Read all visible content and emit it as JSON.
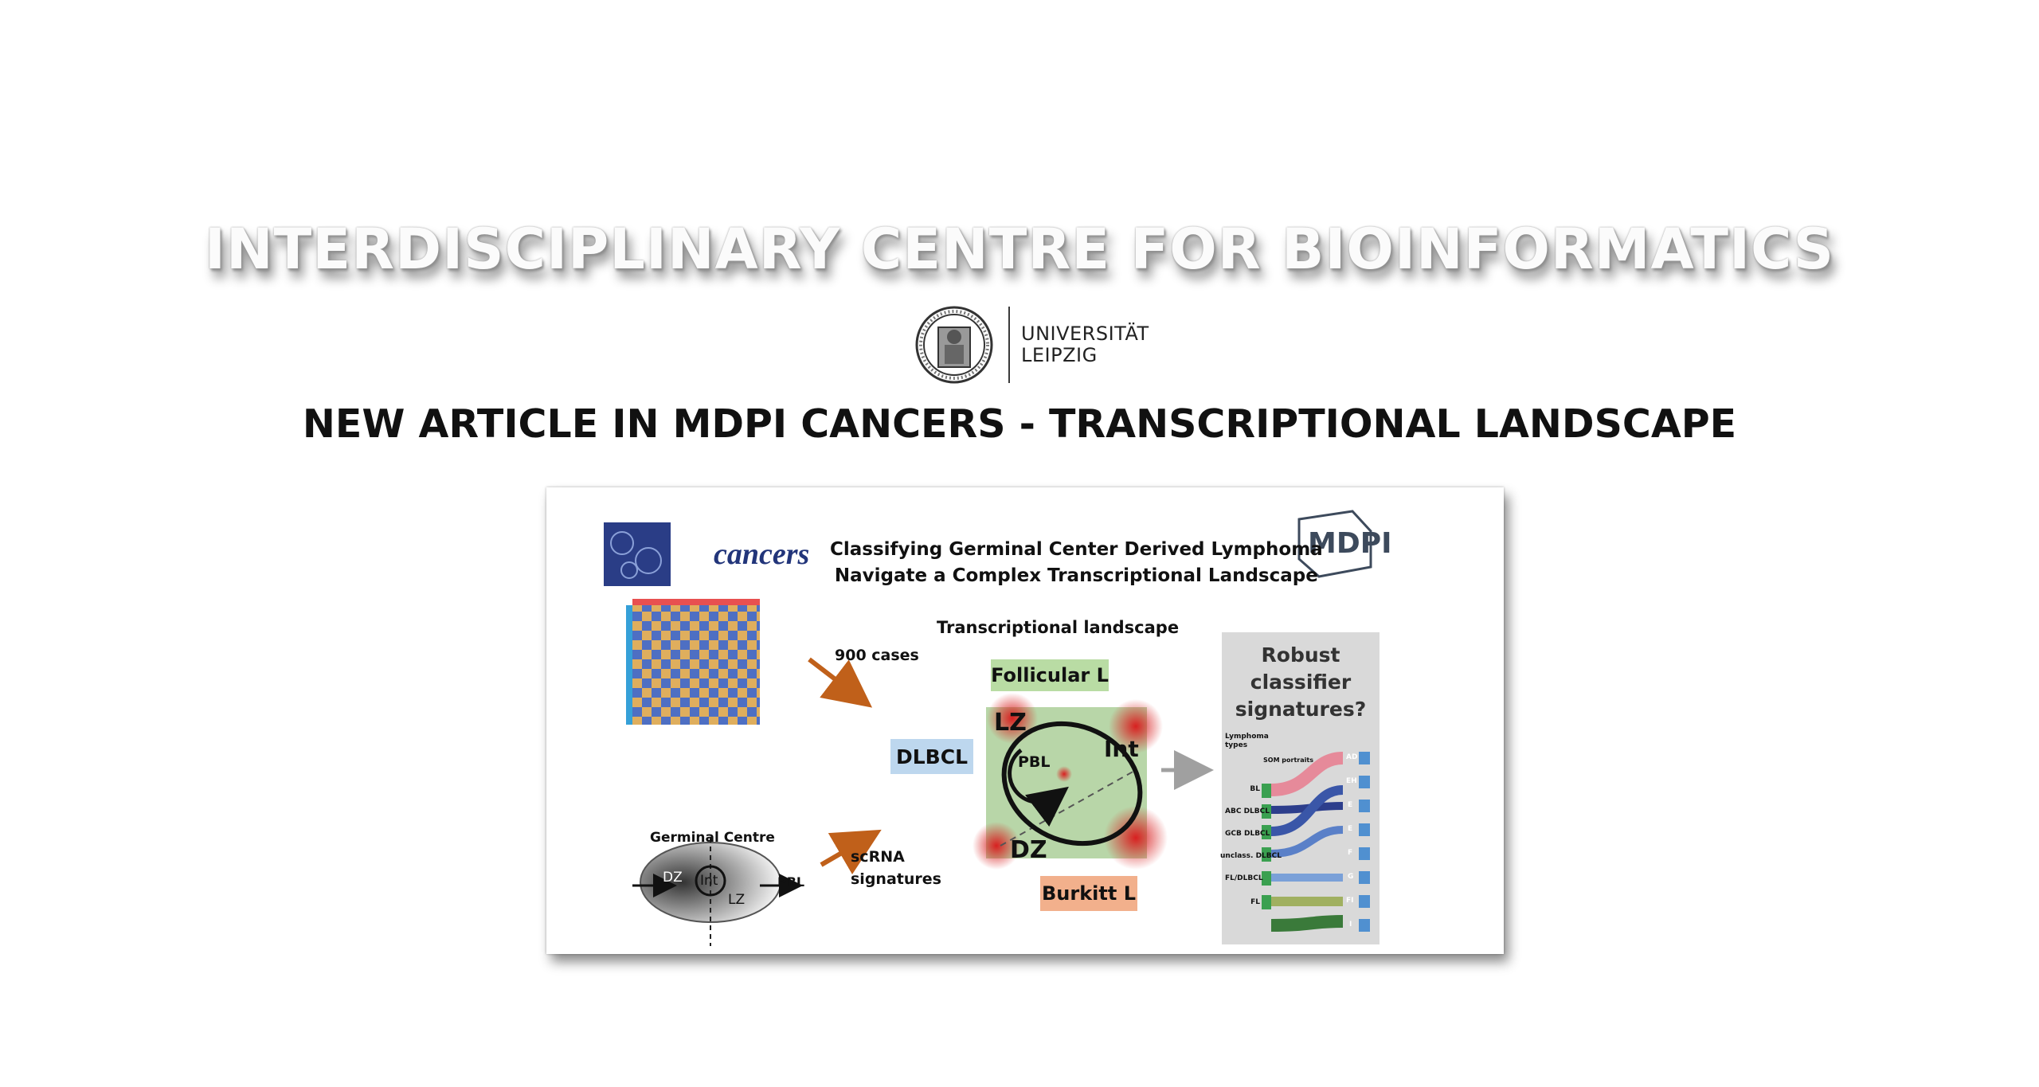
{
  "header": {
    "centre_title": "INTERDISCIPLINARY CENTRE FOR BIOINFORMATICS",
    "university_line1": "UNIVERSITÄT",
    "university_line2": "LEIPZIG",
    "headline": "NEW ARTICLE IN MDPI CANCERS - TRANSCRIPTIONAL LANDSCAPE"
  },
  "figure": {
    "journal": "cancers",
    "publisher": "MDPI",
    "title_line1": "Classifying Germinal Center Derived Lymphoma",
    "title_line2": "Navigate a Complex Transcriptional Landscape",
    "cases": "900 cases",
    "dlbcl": "DLBCL",
    "landscape_title": "Transcriptional landscape",
    "follicular": "Follicular L",
    "burkitt": "Burkitt L",
    "lz": "LZ",
    "dz": "DZ",
    "int": "Int",
    "pbl": "PBL",
    "germinal_centre": "Germinal Centre",
    "scrna_line1": "scRNA",
    "scrna_line2": "signatures",
    "robust_line1": "Robust",
    "robust_line2": "classifier",
    "robust_line3": "signatures?",
    "sankey_left_title1": "Lymphoma",
    "sankey_left_title2": "types",
    "sankey_som": "SOM portraits",
    "sankey_left": [
      "BL",
      "ABC DLBCL",
      "GCB DLBCL",
      "unclass. DLBCL",
      "FL/DLBCL",
      "FL"
    ],
    "sankey_right": [
      "AD",
      "EH",
      "E",
      "E",
      "F",
      "G",
      "FI",
      "I"
    ]
  },
  "colors": {
    "journal_blue": "#22357a",
    "arrow_orange": "#c0601a",
    "follicular_bg": "#b9dca4",
    "burkitt_bg": "#f2b08c",
    "dlbcl_bg": "#bdd7ee"
  }
}
